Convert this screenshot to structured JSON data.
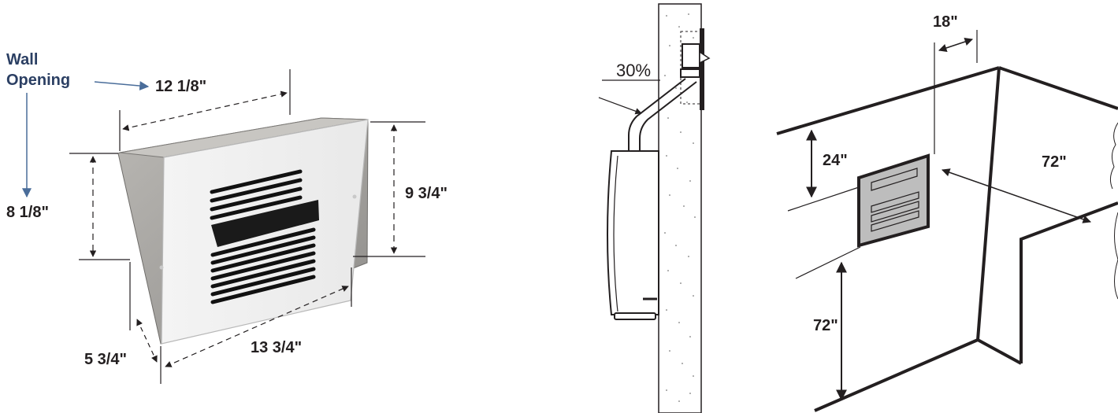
{
  "wall_opening": {
    "line1": "Wall",
    "line2": "Opening"
  },
  "dimensions": {
    "opening_width": "12 1/8\"",
    "opening_height": "8 1/8\"",
    "flange_height": "9 3/4\"",
    "flange_width": "13 3/4\"",
    "depth": "5 3/4\""
  },
  "pipe": {
    "slope": "30%"
  },
  "clearances": {
    "side": "18\"",
    "top": "24\"",
    "front": "72\"",
    "floor": "72\""
  },
  "colors": {
    "ink": "#231f20",
    "arrow_blue": "#4a6d9a",
    "grille_gray": "#bdbdbd",
    "box_metal": "#a9a7a4"
  }
}
